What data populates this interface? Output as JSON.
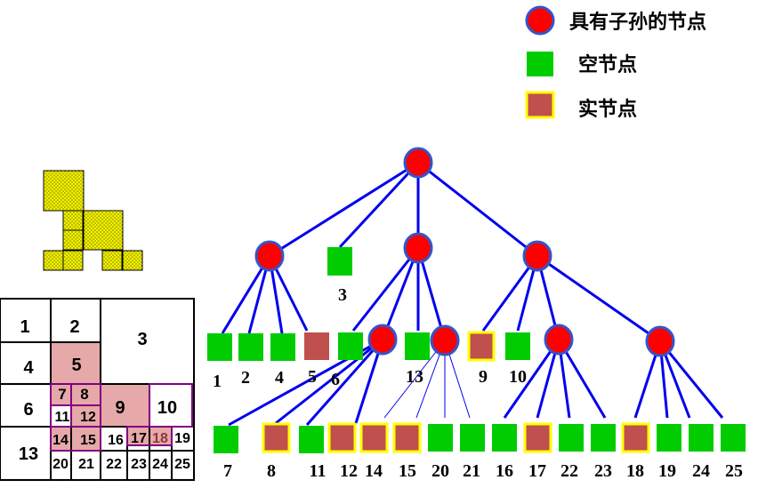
{
  "legend": {
    "internal_node": "具有子孙的节点",
    "empty_node": "空节点",
    "solid_node": "实节点"
  },
  "colors": {
    "internal_fill": "#ff0000",
    "internal_stroke": "#3355cc",
    "empty_fill": "#00cc00",
    "solid_fill": "#c0504d",
    "solid_stroke": "#ffff00",
    "edge": "#0000ee",
    "shape_fill": "#eeee00",
    "grid_pink": "#e6a8a8",
    "grid_purple": "#800080"
  },
  "tree": {
    "level1_labels": [
      "3"
    ],
    "level2_labels": [
      "1",
      "2",
      "4",
      "5",
      "6",
      "13",
      "9",
      "10"
    ],
    "level3_labels": [
      "7",
      "8",
      "11",
      "12",
      "14",
      "15",
      "20",
      "21",
      "16",
      "17",
      "22",
      "23",
      "18",
      "19",
      "24",
      "25"
    ]
  },
  "grid": {
    "cells": [
      "1",
      "2",
      "3",
      "4",
      "5",
      "6",
      "7",
      "8",
      "9",
      "10",
      "11",
      "12",
      "13",
      "14",
      "15",
      "16",
      "17",
      "18",
      "19",
      "20",
      "21",
      "22",
      "23",
      "24",
      "25"
    ]
  }
}
